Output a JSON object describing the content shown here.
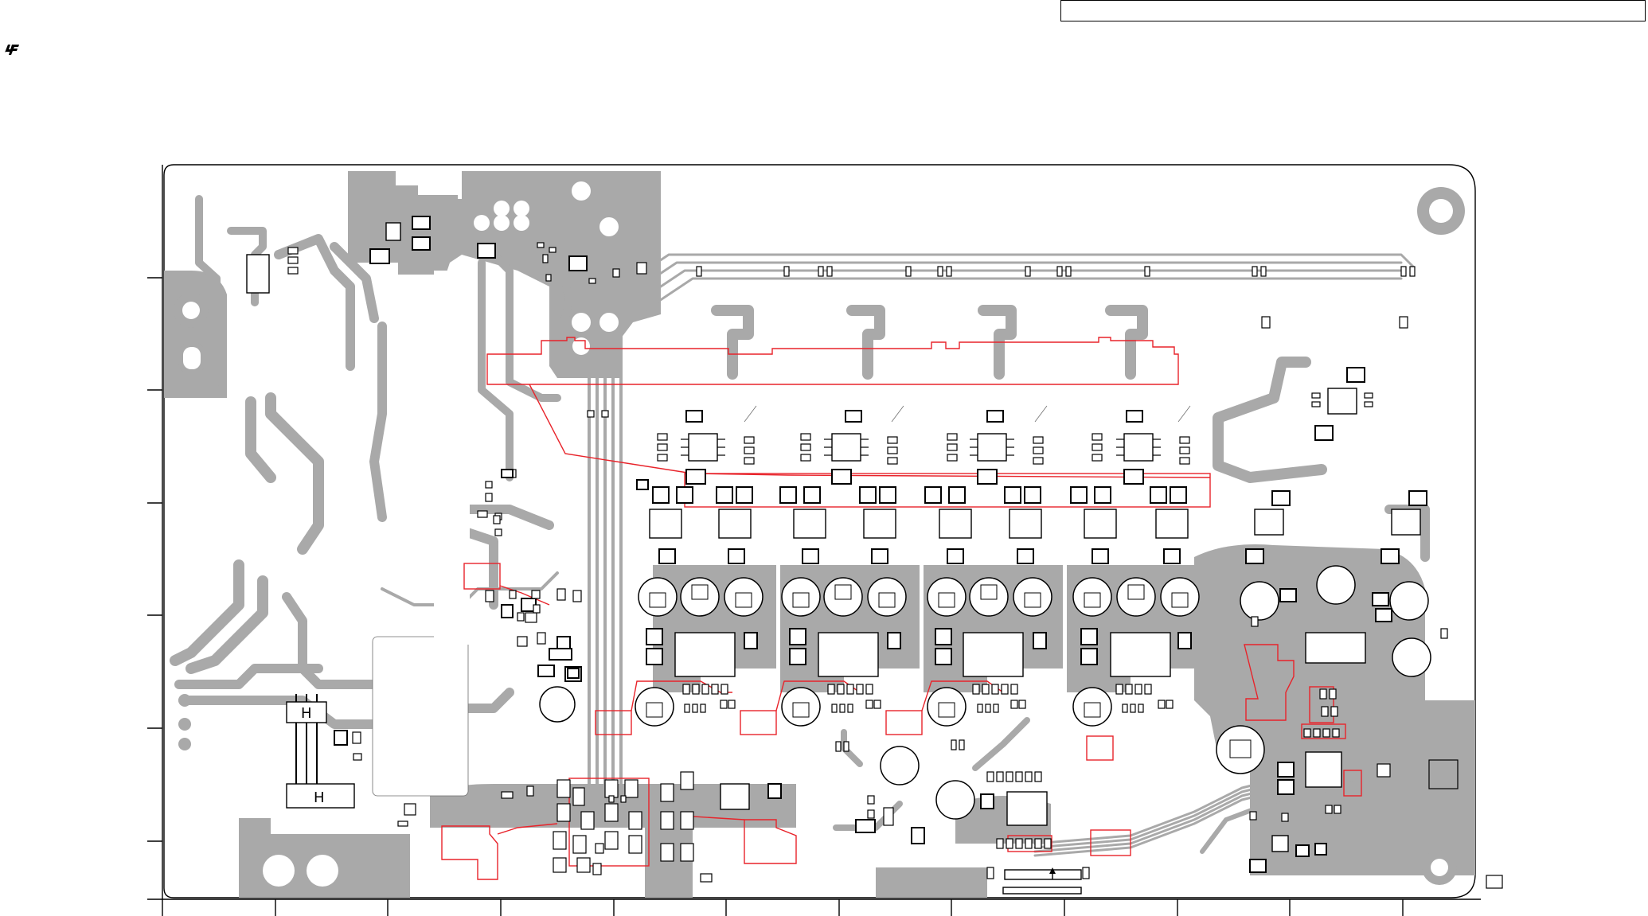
{
  "header": {
    "text": ""
  },
  "logo": {
    "icon": "manufacturer-logo-icon"
  },
  "board": {
    "markers": [
      {
        "label": "H",
        "key": "upper"
      },
      {
        "label": "H",
        "key": "lower"
      }
    ],
    "colors": {
      "copper": "#a9a9a9",
      "highlight": "#e8232a",
      "outline": "#000000"
    }
  }
}
